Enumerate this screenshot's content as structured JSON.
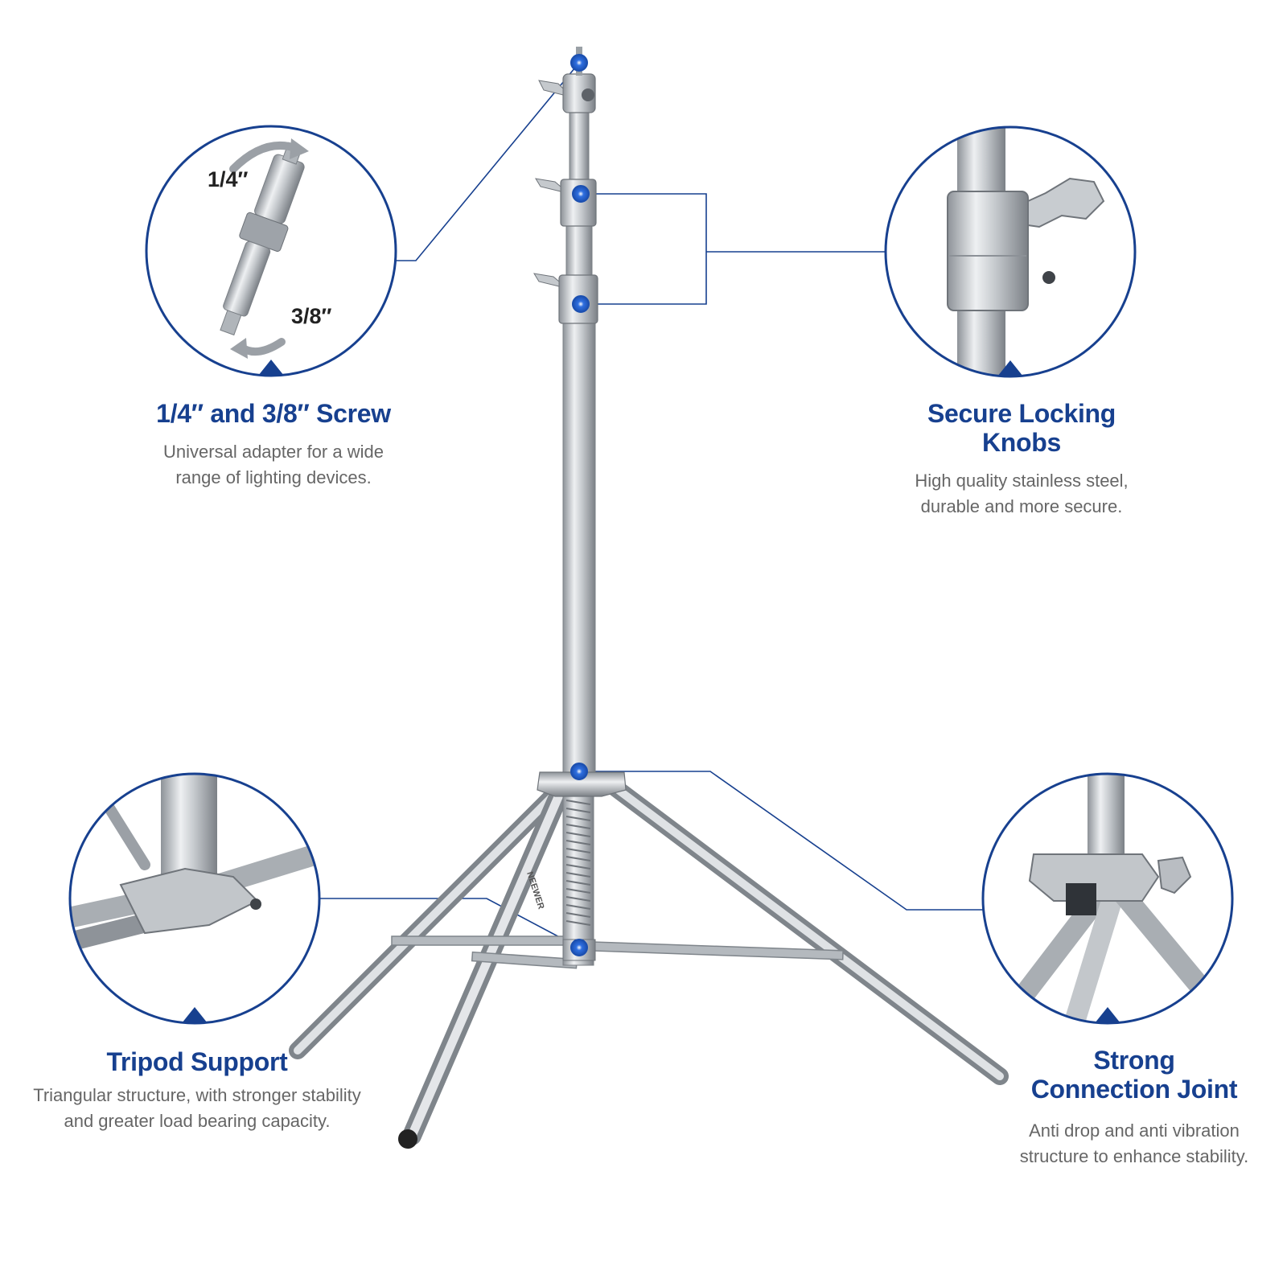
{
  "callouts": {
    "screw": {
      "title": "1/4″ and 3/8″ Screw",
      "description": "Universal adapter for a wide\nrange of lighting devices.",
      "size_top": "1/4″",
      "size_bottom": "3/8″"
    },
    "knobs": {
      "title": "Secure Locking Knobs",
      "description": "High quality stainless steel,\ndurable and more secure."
    },
    "tripod": {
      "title": "Tripod Support",
      "description": "Triangular structure, with stronger stability\nand greater load bearing capacity."
    },
    "joint": {
      "title": "Strong\nConnection Joint",
      "description": "Anti drop and anti vibration\nstructure to enhance stability."
    }
  },
  "product": {
    "brand_mark": "NEEWER"
  },
  "colors": {
    "accent": "#17408f",
    "marker": "#1b5fd0",
    "steel": "#b9bec4",
    "text_gray": "#666666"
  },
  "icons": [
    "rotate-arrow-icon",
    "pointer-triangle-icon",
    "hotspot-marker-icon"
  ]
}
